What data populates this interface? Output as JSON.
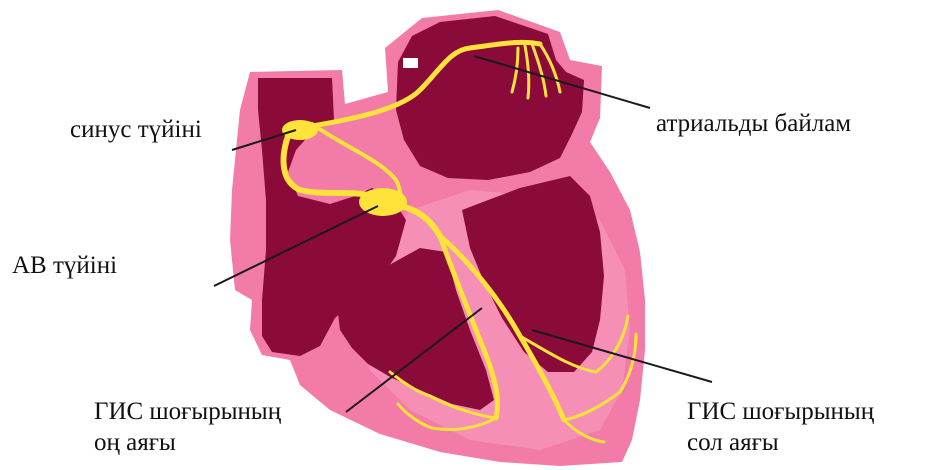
{
  "labels": {
    "sinus_node": "синус түйіні",
    "av_node": "АВ түйіні",
    "atrial_bundle": "атриальды байлам",
    "right_bundle": {
      "line1": "ГИС шоғырының",
      "line2": "оң аяғы"
    },
    "left_bundle": {
      "line1": "ГИС шоғырының",
      "line2": "сол аяғы"
    }
  },
  "colors": {
    "background": "#ffffff",
    "tissue_pink": "#f27ba8",
    "tissue_light": "#f7a0c0",
    "chamber_dark": "#8a0a3a",
    "conduction_yellow": "#ffe23a",
    "leader_line": "#1a1a1a"
  }
}
